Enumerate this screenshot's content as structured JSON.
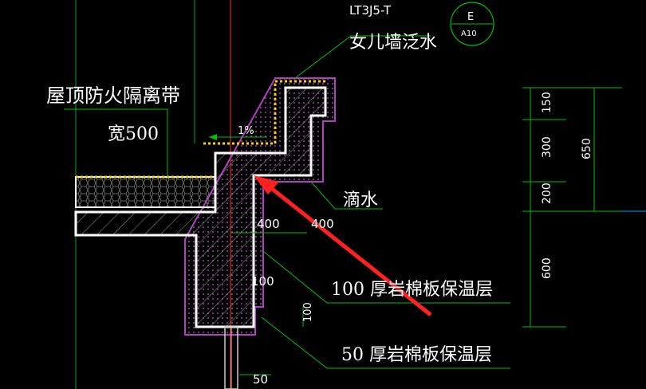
{
  "labels": {
    "detail_ref": "LT3J5-T",
    "parapet_flashing": "女儿墙泛水",
    "firebreak_title": "屋顶防火隔离带",
    "firebreak_width": "宽500",
    "slope": "1%",
    "drip": "滴水",
    "insulation_100": "100  厚岩棉板保温层",
    "insulation_50": "50  厚岩棉板保温层"
  },
  "axis_bubble": {
    "letter": "E",
    "sheet": "A10"
  },
  "dimensions": {
    "d400": "400",
    "d400b": "400",
    "d100": "100",
    "d100v": "100",
    "d50": "50",
    "d150": "150",
    "d300": "300",
    "d200": "200",
    "d600": "600",
    "d650": "650"
  },
  "colors": {
    "background": "#000000",
    "concrete_outline": "#ffffff",
    "insulation": "#b040c0",
    "leader": "#00c000",
    "waterproof": "#ffd000",
    "arrow": "#ff2020",
    "axis_line": "#ff3030",
    "grid_line": "#00a0ff"
  }
}
